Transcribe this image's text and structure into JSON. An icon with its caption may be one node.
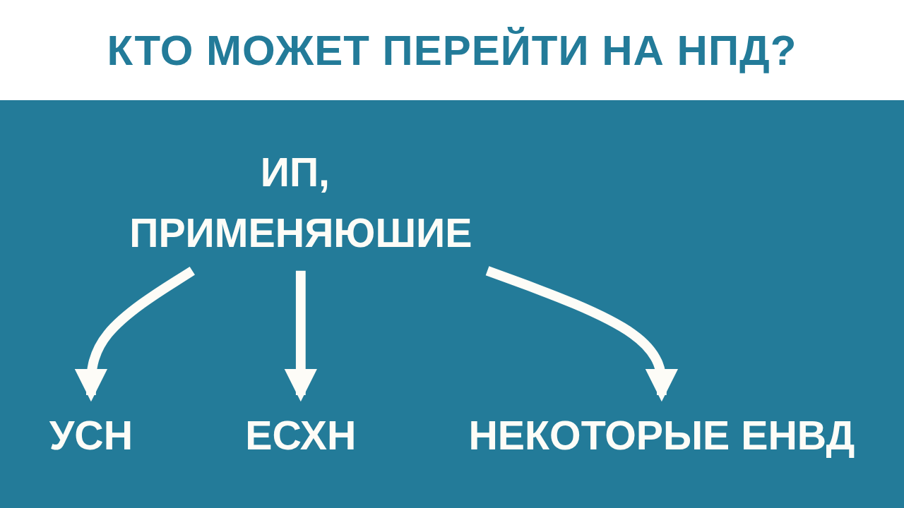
{
  "diagram": {
    "title": "КТО МОЖЕТ ПЕРЕЙТИ НА НПД?",
    "nodes": [
      {
        "text": [
          "ИП, ПРИМЕНЯЮШИЕ"
        ]
      },
      {
        "text": [
          "УСН"
        ]
      },
      {
        "text": [
          "ЕСХН"
        ]
      },
      {
        "text": [
          "НЕКОТОРЫЕ ЕНВД"
        ]
      }
    ],
    "edges": [
      {
        "from": 0,
        "to": 1,
        "arrow": "to"
      },
      {
        "from": 0,
        "to": 2,
        "arrow": "to"
      },
      {
        "from": 0,
        "to": 3,
        "arrow": "to"
      }
    ]
  }
}
